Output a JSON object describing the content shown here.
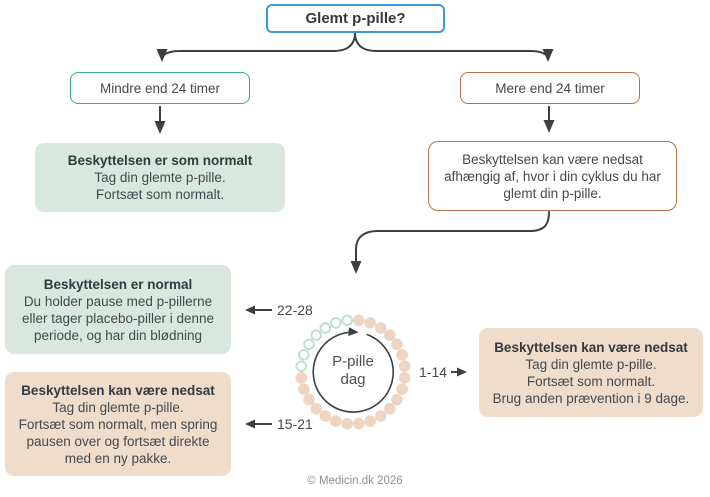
{
  "title": "Glemt p-pille?",
  "branch_left": "Mindre end 24 timer",
  "branch_right": "Mere end 24 timer",
  "result_left": {
    "heading": "Beskyttelsen er som normalt",
    "lines": [
      "Tag din glemte p-pille.",
      "Fortsæt som normalt."
    ]
  },
  "result_right": {
    "lines": [
      "Beskyttelsen kan være nedsat",
      "afhængig af, hvor i din cyklus du har",
      "glemt din p-pille."
    ]
  },
  "pause_box": {
    "heading": "Beskyttelsen er normal",
    "lines": [
      "Du holder pause med p-pillerne",
      "eller tager placebo-piller i denne",
      "periode, og har din blødning"
    ]
  },
  "late_box": {
    "heading": "Beskyttelsen kan være nedsat",
    "lines": [
      "Tag din glemte p-pille.",
      "Fortsæt som normalt, men spring",
      "pausen over og fortsæt direkte",
      "med en ny pakke."
    ]
  },
  "early_box": {
    "heading": "Beskyttelsen kan være nedsat",
    "lines": [
      "Tag din glemte p-pille.",
      "Fortsæt som normalt.",
      "Brug anden prævention i 9 dage."
    ]
  },
  "cycle_diagram": {
    "center_label_top": "P-pille",
    "center_label_bottom": "dag",
    "total_days": 28,
    "hollow_days_start": 22,
    "label_right": "1-14",
    "label_lower_left": "15-21",
    "label_upper_left": "22-28"
  },
  "footer": "© Medicin.dk 2026",
  "colors": {
    "title_border": "#3b99d6",
    "branch_left_border": "#35ab8e",
    "branch_right_border": "#b5734a",
    "green_bg": "#d8e8de",
    "peach_bg": "#f0dcca",
    "arrow": "#3b4045",
    "dot_solid": "#eed5c1",
    "dot_hollow": "#bfe0d1",
    "text": "#43494e",
    "heading": "#34393e",
    "footer_text": "#8b9095"
  }
}
